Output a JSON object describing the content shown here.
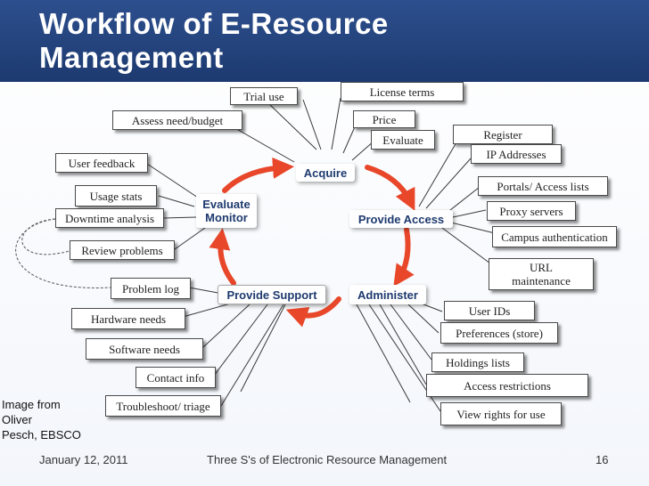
{
  "title": "Workflow of E-Resource Management",
  "cycle_nodes": {
    "acquire": "Acquire",
    "provide_access": "Provide Access",
    "administer": "Administer",
    "provide_support": "Provide Support",
    "evaluate_monitor_line1": "Evaluate",
    "evaluate_monitor_line2": "Monitor"
  },
  "boxes": {
    "trial_use": "Trial use",
    "license_terms": "License terms",
    "assess_need": "Assess need/budget",
    "price": "Price",
    "evaluate": "Evaluate",
    "register": "Register",
    "ip_addresses": "IP Addresses",
    "user_feedback": "User feedback",
    "portals_access": "Portals/ Access lists",
    "usage_stats": "Usage stats",
    "proxy_servers": "Proxy servers",
    "downtime_analysis": "Downtime analysis",
    "campus_auth": "Campus authentication",
    "review_problems": "Review problems",
    "url_line1": "URL",
    "url_line2": "maintenance",
    "problem_log": "Problem log",
    "user_ids": "User IDs",
    "hardware_needs": "Hardware needs",
    "preferences": "Preferences (store)",
    "software_needs": "Software needs",
    "holdings_lists": "Holdings lists",
    "contact_info": "Contact info",
    "access_restrictions": "Access restrictions",
    "troubleshoot": "Troubleshoot/ triage",
    "view_rights": "View rights for use"
  },
  "credit": {
    "line1": "Image from",
    "line2": "Oliver",
    "line3": "Pesch, EBSCO"
  },
  "footer": {
    "date": "January 12, 2011",
    "center": "Three S's of Electronic Resource Management",
    "page": "16"
  },
  "colors": {
    "header_bg": "#2d4f8d",
    "arrow": "#e8472a",
    "node_text": "#1e3a6f"
  }
}
